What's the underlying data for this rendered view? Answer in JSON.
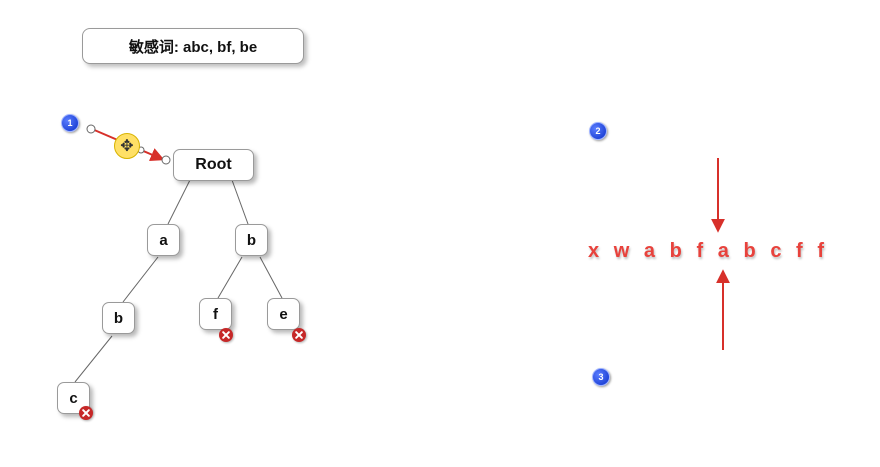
{
  "title": "敏感词: abc, bf, be",
  "tree": {
    "root": "Root",
    "nodes": [
      "a",
      "b",
      "b",
      "f",
      "e",
      "c"
    ]
  },
  "badges": [
    "1",
    "2",
    "3"
  ],
  "string_chars": [
    "x",
    "w",
    "a",
    "b",
    "f",
    "a",
    "b",
    "c",
    "f",
    "f"
  ],
  "colors": {
    "accent": "#e8423c",
    "badge": "#1a3fd6",
    "cross": "#c62828"
  },
  "icons": {
    "move": "move-icon",
    "cross": "cross-icon"
  }
}
